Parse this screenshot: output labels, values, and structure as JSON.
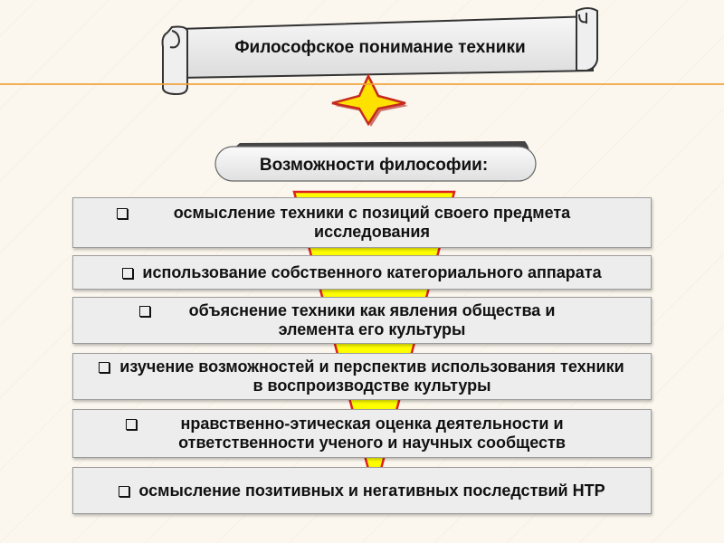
{
  "title": "Философское понимание техники",
  "subtitle": "Возможности философии:",
  "items": [
    "осмысление техники с позиций своего предмета исследования",
    "использование собственного категориального аппарата",
    "объяснение техники как явления общества и элемента его культуры",
    "изучение возможностей и перспектив использования техники в воспроизводстве культуры",
    "нравственно-этическая оценка деятельности и ответственности ученого  и научных сообществ",
    "осмысление позитивных и негативных последствий НТР"
  ],
  "colors": {
    "funnel": "#ffff00",
    "funnel_border": "#e02020",
    "star": "#ffe100",
    "star_border": "#c62a1e",
    "line": "#f0a23a"
  }
}
